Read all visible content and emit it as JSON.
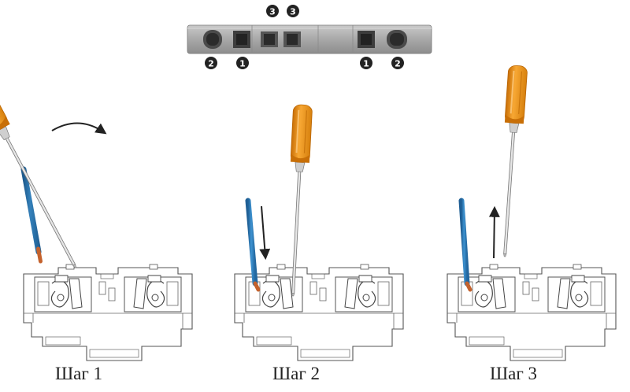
{
  "top_view": {
    "markers": [
      {
        "label": "2",
        "slot": "screw-release-left"
      },
      {
        "label": "1",
        "slot": "wire-entry-left"
      },
      {
        "label": "3",
        "slot": "test-point-a"
      },
      {
        "label": "3",
        "slot": "test-point-b"
      },
      {
        "label": "1",
        "slot": "wire-entry-right"
      },
      {
        "label": "2",
        "slot": "screw-release-right"
      }
    ]
  },
  "steps": [
    {
      "label": "Шаг 1",
      "action": "insert-screwdriver"
    },
    {
      "label": "Шаг 2",
      "action": "insert-wire"
    },
    {
      "label": "Шаг 3",
      "action": "remove-screwdriver"
    }
  ],
  "colors": {
    "screwdriver_handle": "#f39a1e",
    "screwdriver_handle_dark": "#c86f07",
    "wire_insulation": "#2c7fc0",
    "wire_copper": "#c4622d",
    "terminal_block_top": "#a8a8a8",
    "marker_fill": "#222222",
    "outline": "#555555"
  }
}
